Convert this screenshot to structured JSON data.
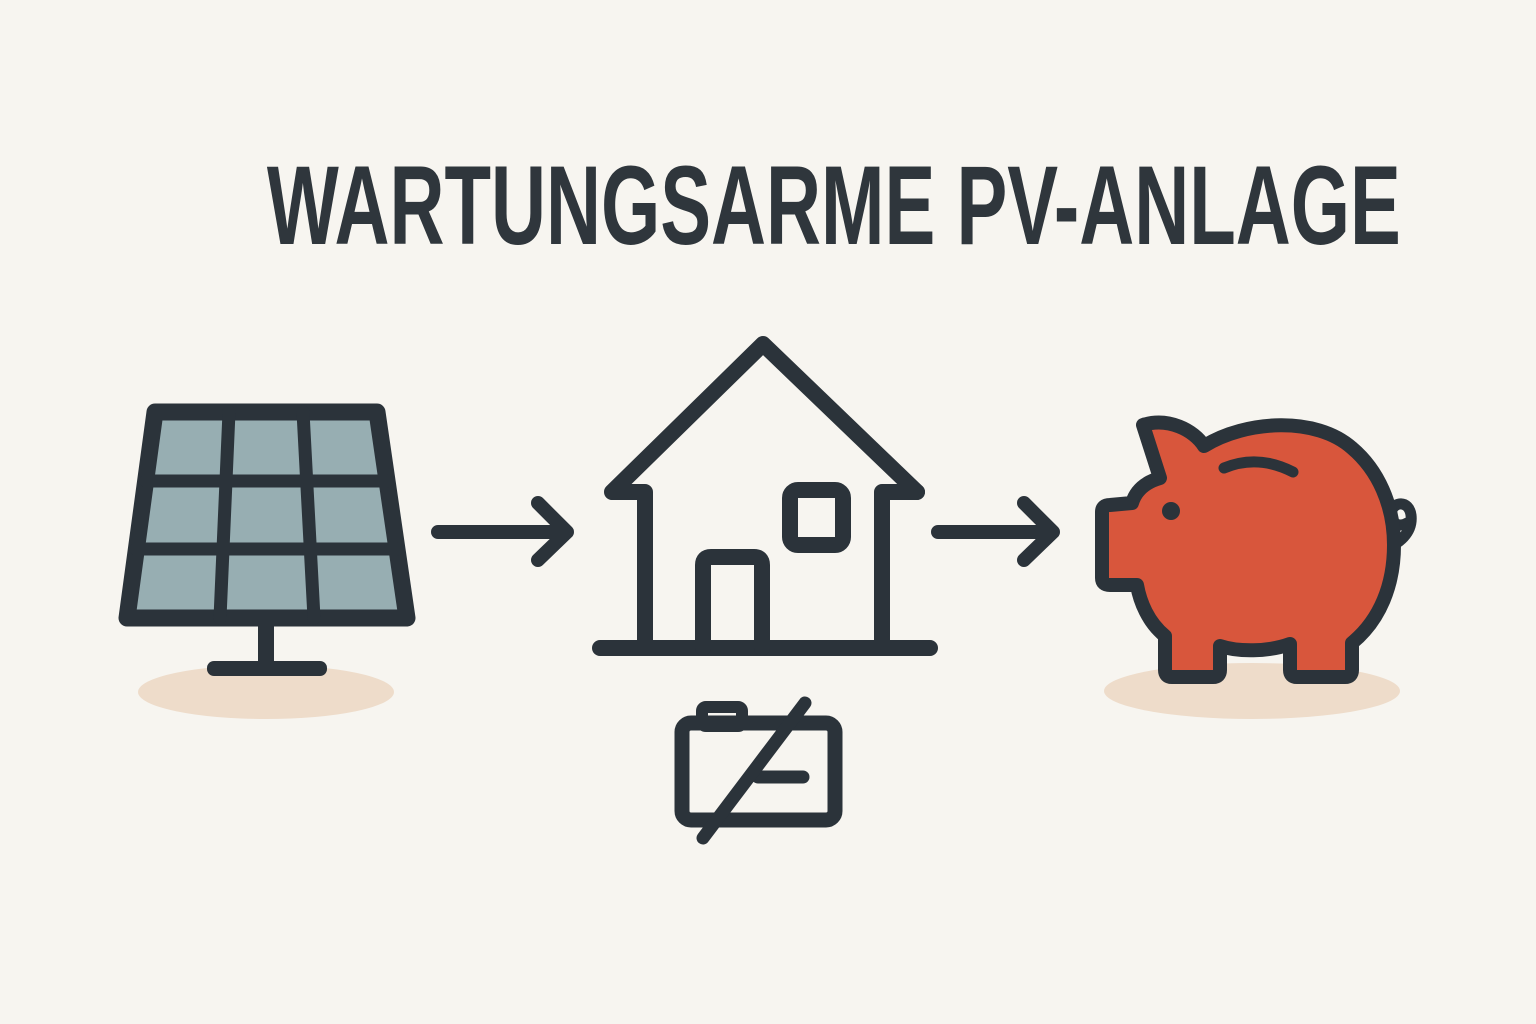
{
  "title": "WARTUNGSARME PV-ANLAGE",
  "illustration": {
    "description": "flow-diagram",
    "steps": [
      {
        "icon": "solar-panel-icon",
        "order": 1
      },
      {
        "icon": "house-icon",
        "order": 2
      },
      {
        "icon": "piggy-bank-icon",
        "order": 3
      }
    ],
    "connectors": [
      {
        "icon": "arrow-right-icon",
        "from": "solar-panel",
        "to": "house"
      },
      {
        "icon": "arrow-right-icon",
        "from": "house",
        "to": "piggy-bank"
      }
    ],
    "badge": {
      "icon": "no-battery-icon",
      "attached_to": "house"
    }
  },
  "colors": {
    "background": "#f7f5f0",
    "outline": "#2b333a",
    "panel_cell": "#97aeb2",
    "pig_fill": "#d8563c",
    "ground_shadow": "#eedcca",
    "title_text": "#2f363c"
  }
}
